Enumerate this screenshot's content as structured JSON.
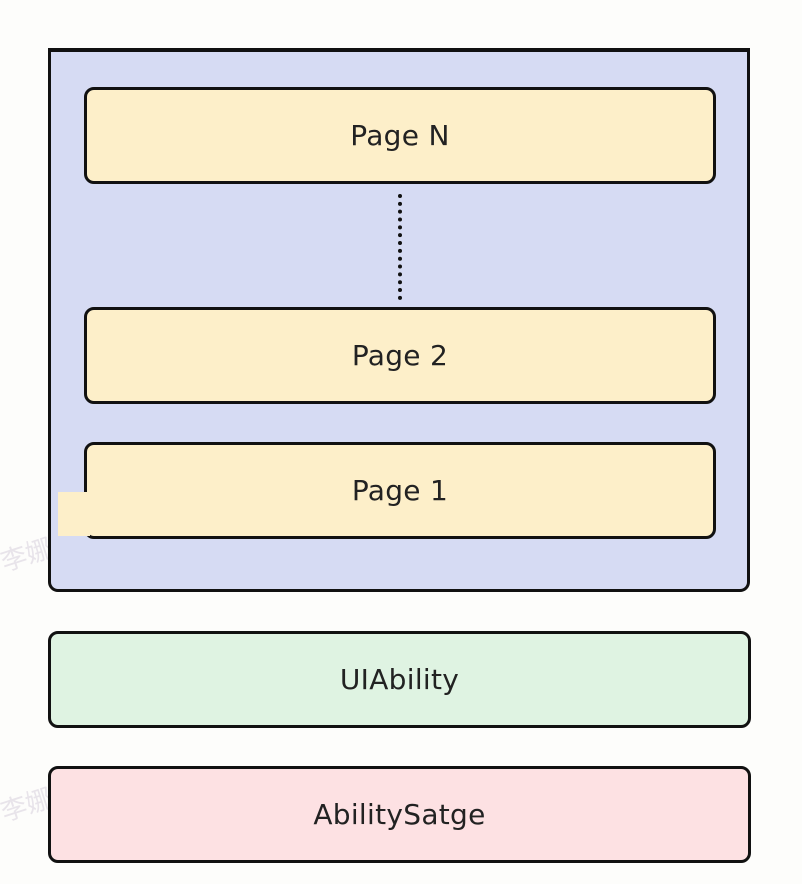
{
  "diagram": {
    "pages_container": {
      "pages": [
        {
          "label": "Page N"
        },
        {
          "label": "Page 2"
        },
        {
          "label": "Page 1"
        }
      ]
    },
    "ui_ability": {
      "label": "UIAbility"
    },
    "ability_stage": {
      "label": "AbilitySatge"
    },
    "watermarks": [
      "李娜",
      "李娜"
    ]
  },
  "colors": {
    "container_fill": "#d6dbf3",
    "page_fill": "#fdefc9",
    "uiability_fill": "#dff3e2",
    "abilitystage_fill": "#fde1e3",
    "stroke": "#111111"
  }
}
